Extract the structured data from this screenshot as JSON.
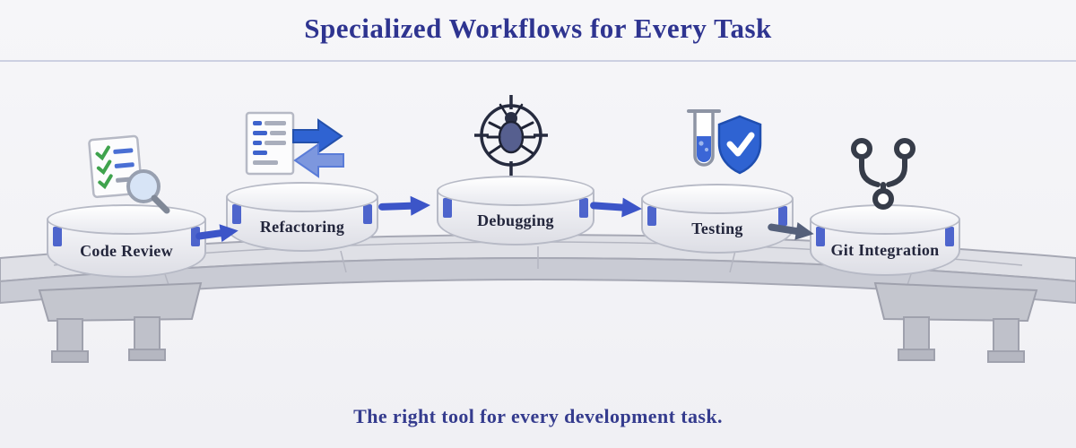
{
  "title": "Specialized Workflows for Every Task",
  "caption": "The right tool for every development task.",
  "colors": {
    "accent": "#2e3490",
    "arrow": "#3c55c8",
    "arrowDark": "#55607a",
    "deck": "#dfe0e6",
    "deckFront": "#c9cbd4",
    "pierGray": "#c4c6ce"
  },
  "steps": [
    {
      "label": "Code Review",
      "icon": "code-review-icon"
    },
    {
      "label": "Refactoring",
      "icon": "refactoring-icon"
    },
    {
      "label": "Debugging",
      "icon": "debugging-icon"
    },
    {
      "label": "Testing",
      "icon": "testing-icon"
    },
    {
      "label": "Git Integration",
      "icon": "git-integration-icon"
    }
  ]
}
